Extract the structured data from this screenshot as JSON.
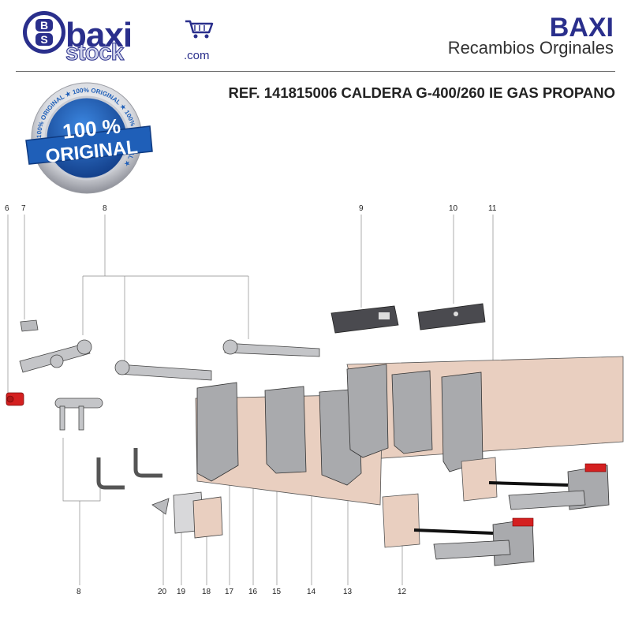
{
  "header": {
    "logo_word_top": "baxi",
    "logo_word_bottom": "stock",
    "logo_domain": ".com",
    "brand_name": "BAXI",
    "brand_tagline": "Recambios Orginales",
    "ref_title": "REF. 141815006 CALDERA G-400/260 IE GAS PROPANO"
  },
  "seal": {
    "main_line1": "100 %",
    "main_line2": "ORIGINAL",
    "ring_text": "100% ORIGINAL ★ 100% ORIGINAL ★ 100% ORIGINAL ★"
  },
  "callouts": {
    "n6": "6",
    "n7": "7",
    "n8a": "8",
    "n9": "9",
    "n10": "10",
    "n11": "11",
    "n8b": "8",
    "n20": "20",
    "n19": "19",
    "n18": "18",
    "n17": "17",
    "n16": "16",
    "n15": "15",
    "n14": "14",
    "n13": "13",
    "n12": "12"
  },
  "colors": {
    "brand_blue": "#2a2f8c",
    "seal_blue": "#1f5fb8",
    "panel_tan": "#e9cfc0",
    "part_grey": "#a9aaad",
    "part_dark": "#4a4a4f",
    "pump_red": "#d42020"
  }
}
